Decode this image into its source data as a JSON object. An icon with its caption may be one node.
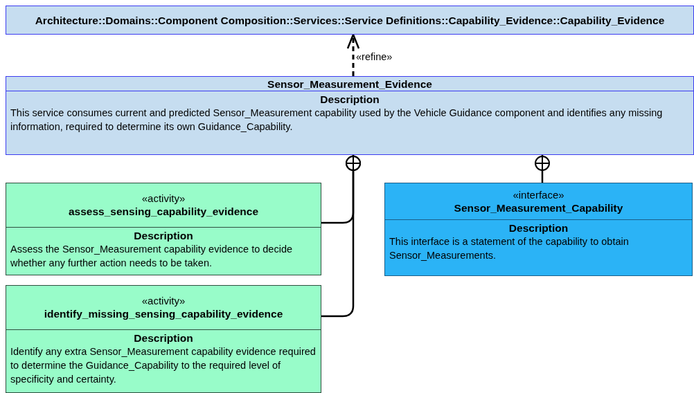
{
  "diagram": {
    "nodes": [
      {
        "text": [
          "Architecture::Domains::Component Composition::Services::Service Definitions::Capability_Evidence::Capability_Evidence"
        ]
      },
      {
        "text": [
          "Sensor_Measurement_Evidence",
          "Description",
          "This service consumes current and predicted Sensor_Measurement capability used by the Vehicle Guidance component and identifies any missing information, required to determine its own Guidance_Capability."
        ]
      },
      {
        "text": [
          "«activity»",
          "assess_sensing_capability_evidence",
          "Description",
          "Assess the Sensor_Measurement capability evidence to decide whether any further action needs to be taken."
        ]
      },
      {
        "text": [
          "«activity»",
          "identify_missing_sensing_capability_evidence",
          "Description",
          "Identify any extra Sensor_Measurement capability evidence required to determine the Guidance_Capability to the required level of specificity and certainty."
        ]
      },
      {
        "text": [
          "«interface»",
          "Sensor_Measurement_Capability",
          "Description",
          "This interface is a statement of the capability to obtain Sensor_Measurements."
        ]
      }
    ],
    "edges": [
      {
        "from": 1,
        "to": 0,
        "arrow": "to",
        "label": "«refine»",
        "style": "dashed"
      },
      {
        "from": 2,
        "to": 1,
        "arrow": "other"
      },
      {
        "from": 3,
        "to": 1,
        "arrow": "other"
      },
      {
        "from": 4,
        "to": 1,
        "arrow": "other"
      }
    ]
  }
}
